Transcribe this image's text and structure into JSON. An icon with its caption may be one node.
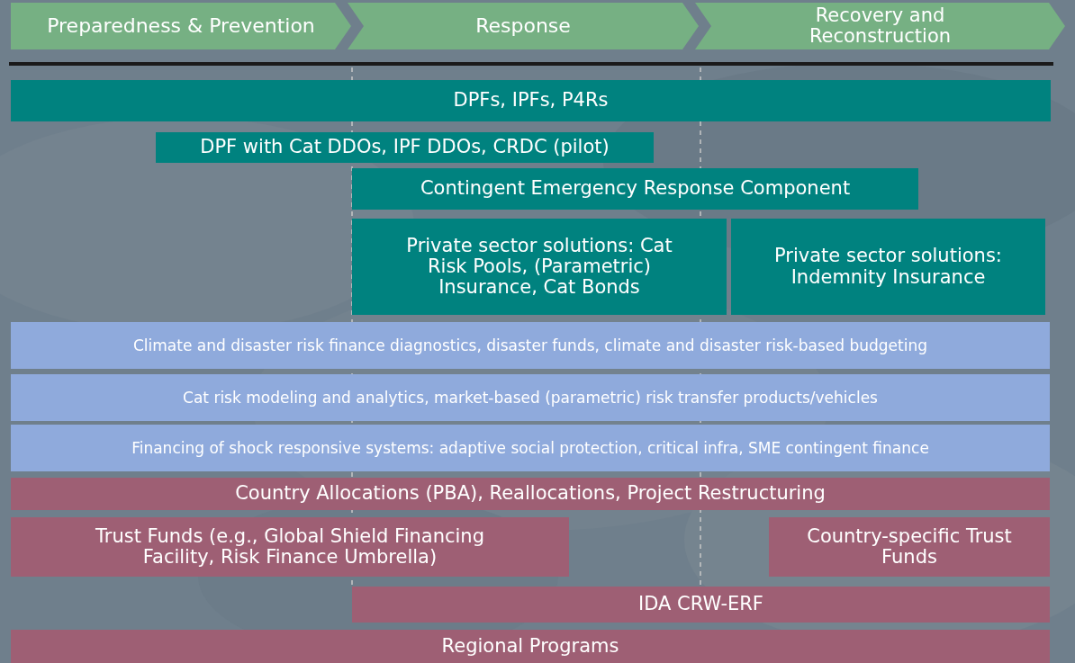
{
  "diagram": {
    "nodes": [
      {
        "text": [
          "Preparedness & Prevention"
        ]
      },
      {
        "text": [
          "Response"
        ]
      },
      {
        "text": [
          "Recovery and Reconstruction"
        ]
      },
      {
        "text": [
          "DPFs, IPFs, P4Rs"
        ]
      },
      {
        "text": [
          "DPF with Cat DDOs, IPF DDOs, CRDC (pilot)"
        ]
      },
      {
        "text": [
          "Contingent Emergency Response Component"
        ]
      },
      {
        "text": [
          "Private sector solutions: Cat Risk Pools, (Parametric) Insurance, Cat Bonds"
        ]
      },
      {
        "text": [
          "Private sector solutions: Indemnity Insurance"
        ]
      },
      {
        "text": [
          "Climate and disaster risk finance diagnostics, disaster funds, climate and disaster risk-based budgeting"
        ]
      },
      {
        "text": [
          "Cat risk modeling and analytics, market-based (parametric) risk transfer products/vehicles"
        ]
      },
      {
        "text": [
          "Financing of shock responsive systems: adaptive social protection, critical infra, SME contingent finance"
        ]
      },
      {
        "text": [
          "Country Allocations (PBA), Reallocations, Project Restructuring"
        ]
      },
      {
        "text": [
          "Trust Funds (e.g., Global Shield Financing Facility, Risk Finance Umbrella)"
        ]
      },
      {
        "text": [
          "Country-specific Trust Funds"
        ]
      },
      {
        "text": [
          "IDA CRW-ERF"
        ]
      },
      {
        "text": [
          "Regional Programs"
        ]
      }
    ]
  }
}
